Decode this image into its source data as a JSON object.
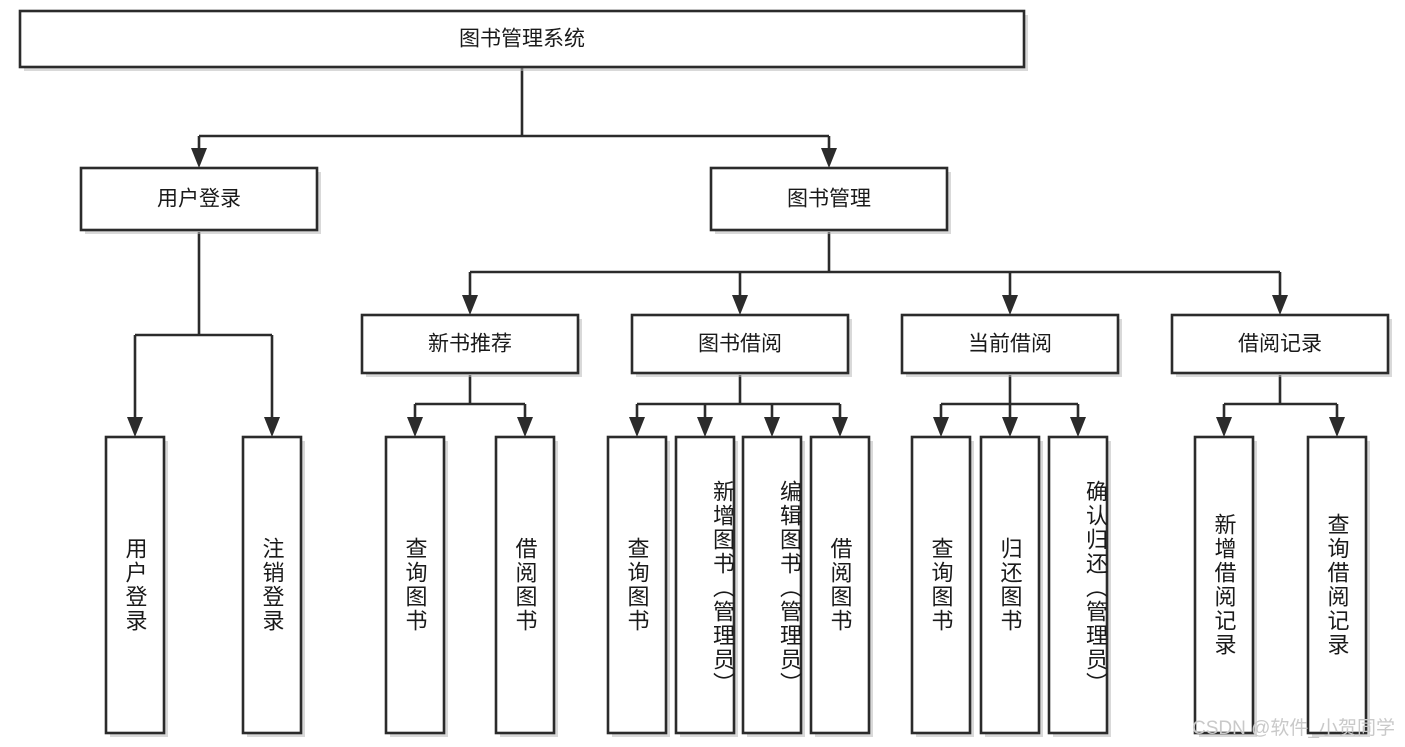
{
  "diagram": {
    "type": "tree",
    "title": "图书管理系统",
    "root": {
      "id": "root",
      "label": "图书管理系统",
      "orientation": "horizontal"
    },
    "level1": [
      {
        "id": "user-login",
        "label": "用户登录",
        "orientation": "horizontal"
      },
      {
        "id": "book-management",
        "label": "图书管理",
        "orientation": "horizontal"
      }
    ],
    "level2": [
      {
        "id": "new-book-recommend",
        "label": "新书推荐",
        "orientation": "horizontal",
        "parent": "book-management"
      },
      {
        "id": "book-borrow",
        "label": "图书借阅",
        "orientation": "horizontal",
        "parent": "book-management"
      },
      {
        "id": "current-borrow",
        "label": "当前借阅",
        "orientation": "horizontal",
        "parent": "book-management"
      },
      {
        "id": "borrow-record",
        "label": "借阅记录",
        "orientation": "horizontal",
        "parent": "book-management"
      }
    ],
    "leaves": [
      {
        "id": "leaf-user-login",
        "label": "用户登录",
        "orientation": "vertical",
        "parent": "user-login"
      },
      {
        "id": "leaf-user-logout",
        "label": "注销登录",
        "orientation": "vertical",
        "parent": "user-login"
      },
      {
        "id": "leaf-query-book-1",
        "label": "查询图书",
        "orientation": "vertical",
        "parent": "new-book-recommend"
      },
      {
        "id": "leaf-borrow-book-1",
        "label": "借阅图书",
        "orientation": "vertical",
        "parent": "new-book-recommend"
      },
      {
        "id": "leaf-query-book-2",
        "label": "查询图书",
        "orientation": "vertical",
        "parent": "book-borrow"
      },
      {
        "id": "leaf-add-book",
        "label": "新增图书（管理员）",
        "orientation": "vertical",
        "parent": "book-borrow"
      },
      {
        "id": "leaf-edit-book",
        "label": "编辑图书（管理员）",
        "orientation": "vertical",
        "parent": "book-borrow"
      },
      {
        "id": "leaf-borrow-book-2",
        "label": "借阅图书",
        "orientation": "vertical",
        "parent": "book-borrow"
      },
      {
        "id": "leaf-query-book-3",
        "label": "查询图书",
        "orientation": "vertical",
        "parent": "current-borrow"
      },
      {
        "id": "leaf-return-book",
        "label": "归还图书",
        "orientation": "vertical",
        "parent": "current-borrow"
      },
      {
        "id": "leaf-confirm-return",
        "label": "确认归还（管理员）",
        "orientation": "vertical",
        "parent": "current-borrow"
      },
      {
        "id": "leaf-add-record",
        "label": "新增借阅记录",
        "orientation": "vertical",
        "parent": "borrow-record"
      },
      {
        "id": "leaf-query-record",
        "label": "查询借阅记录",
        "orientation": "vertical",
        "parent": "borrow-record"
      }
    ]
  },
  "watermark": {
    "text": "CSDN @软件_小贺同学"
  },
  "colors": {
    "stroke": "#2b2b2b",
    "box_fill": "#ffffff",
    "text": "#1a1a1a",
    "watermark": "#c9c9c9",
    "background": "#ffffff"
  }
}
